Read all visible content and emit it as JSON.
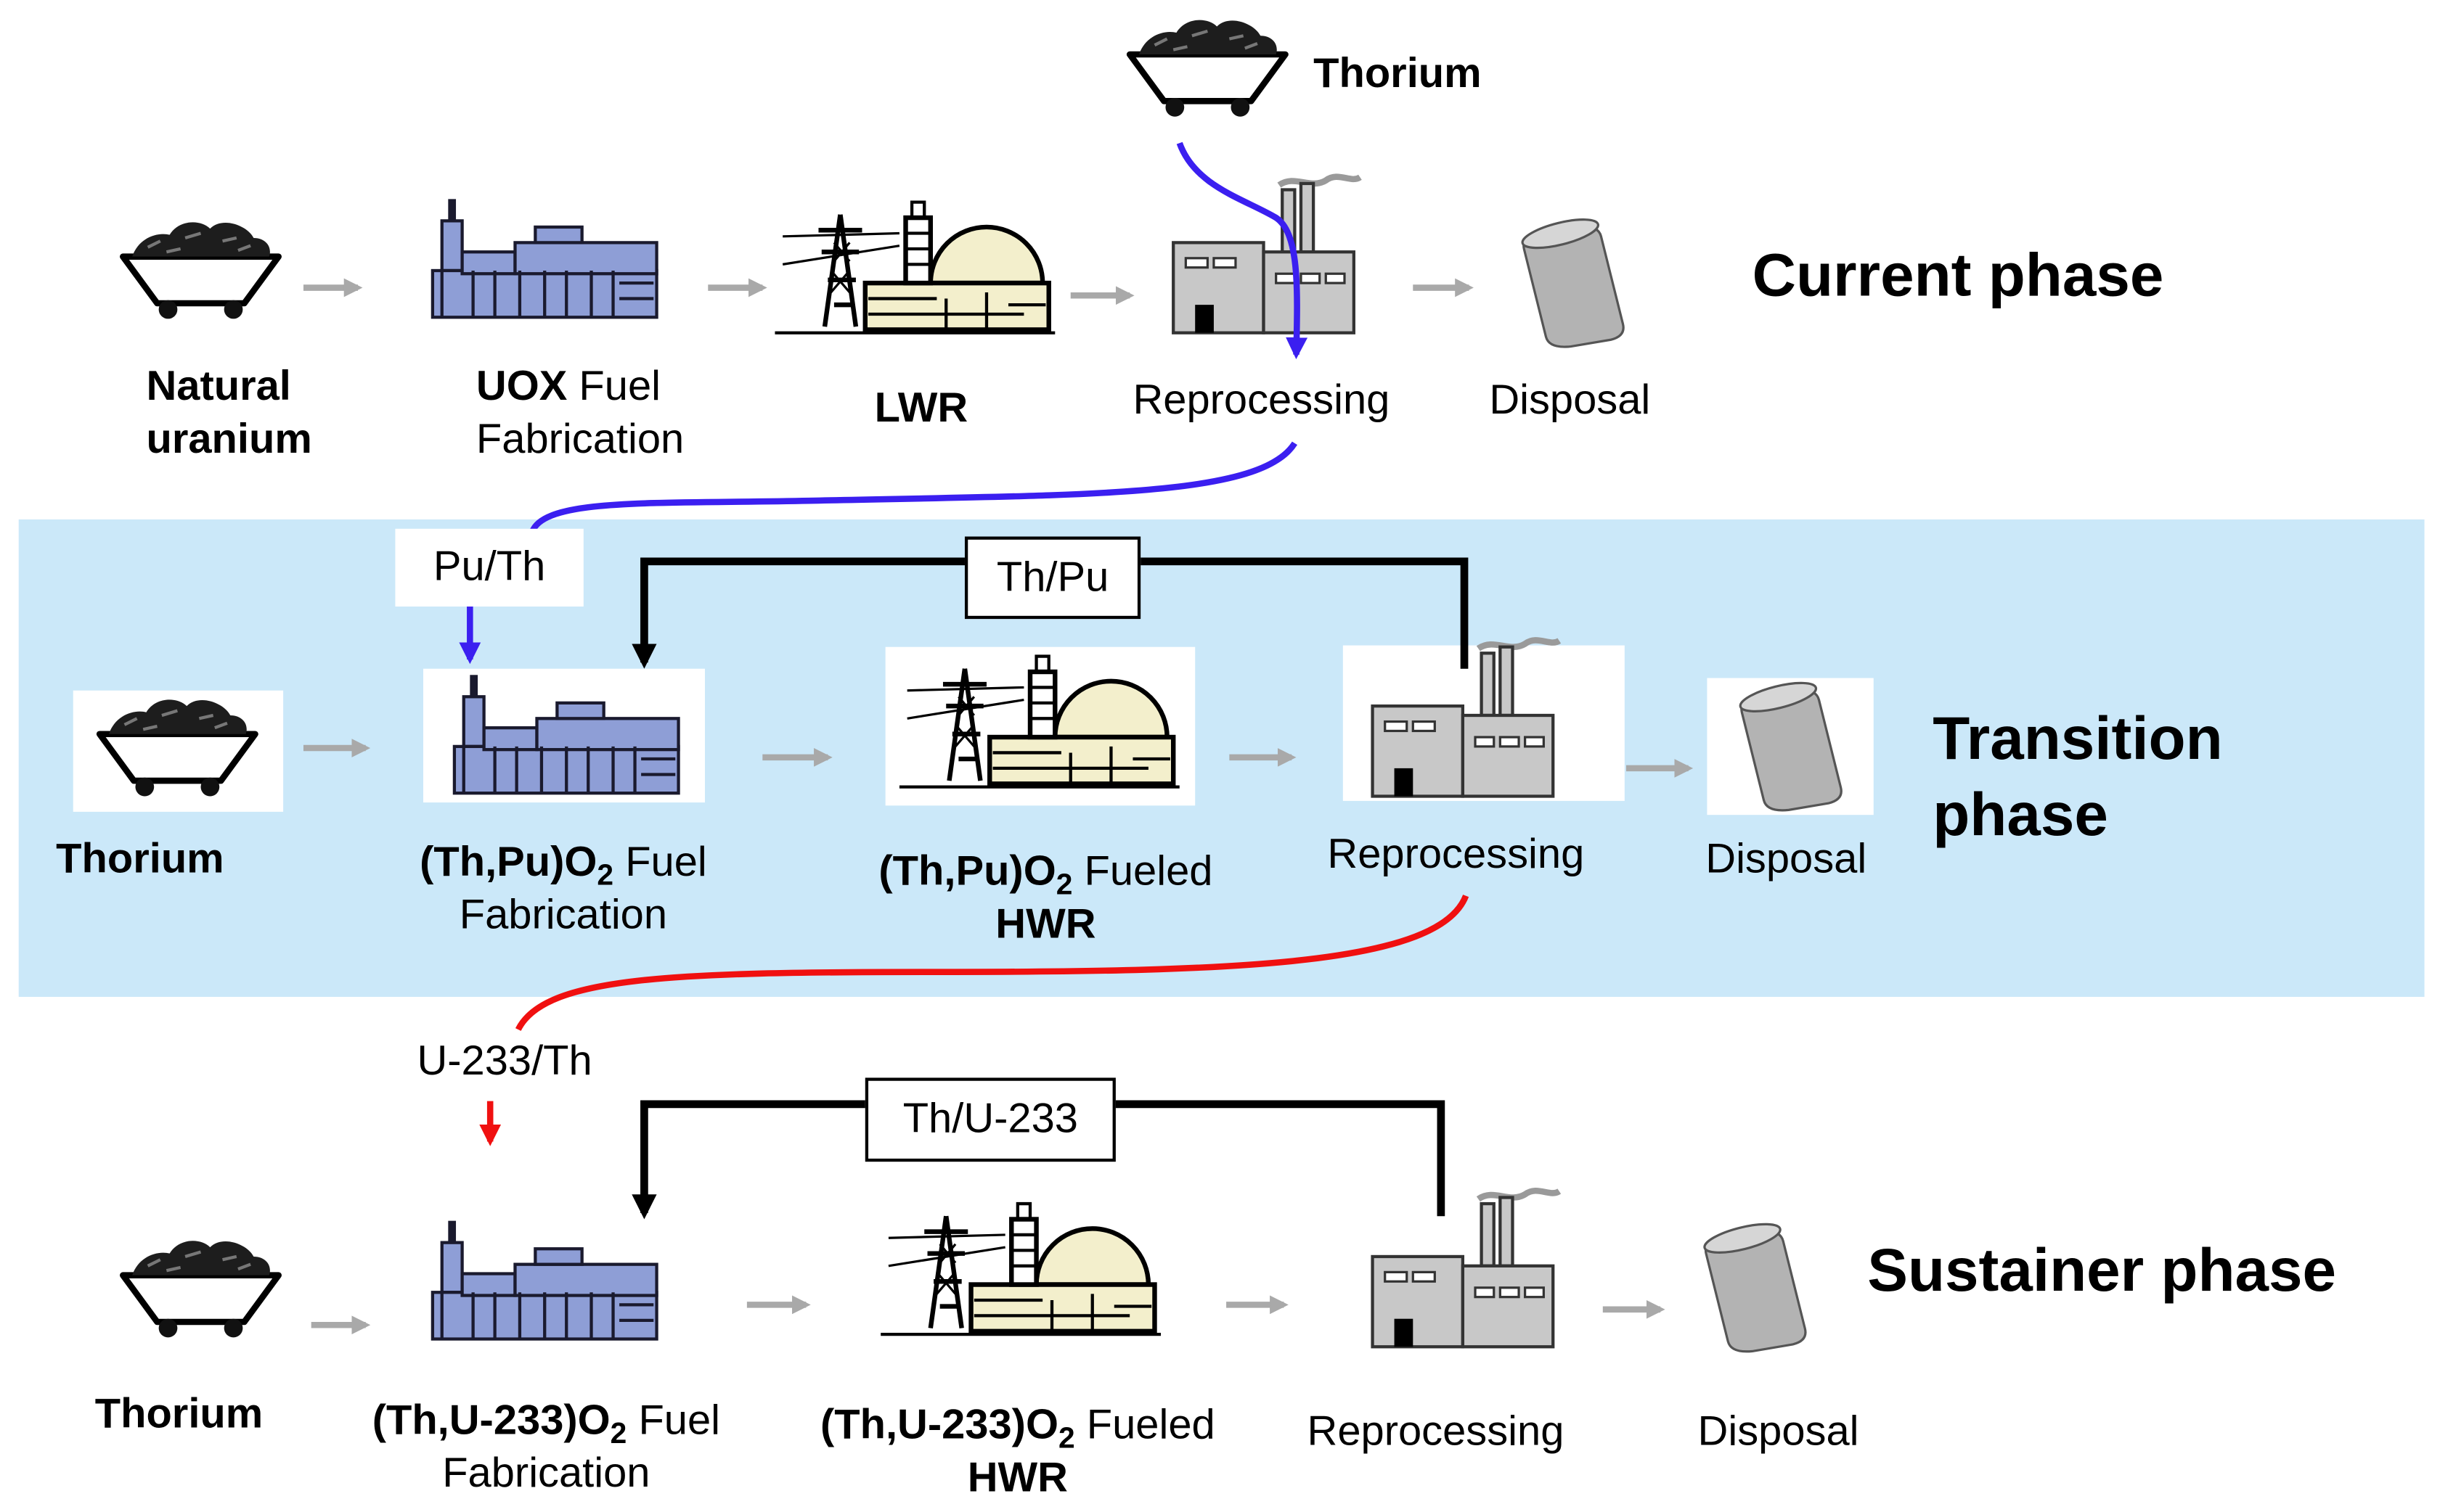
{
  "top_source": {
    "label": "Thorium"
  },
  "phases": [
    {
      "name": "Current phase",
      "stages": [
        {
          "bold": "Natural",
          "line2_bold": "uranium",
          "icon": "ore-cart-icon"
        },
        {
          "bold": "UOX",
          "text": " Fuel",
          "line2": "Fabrication",
          "icon": "fuel-plant-icon"
        },
        {
          "bold": "LWR",
          "icon": "reactor-icon"
        },
        {
          "text": "Reprocessing",
          "icon": "reprocessing-plant-icon"
        },
        {
          "text": "Disposal",
          "icon": "waste-drum-icon"
        }
      ]
    },
    {
      "name_line1": "Transition",
      "name_line2": "phase",
      "feed_label": "Pu/Th",
      "recycle_label": "Th/Pu",
      "stages": [
        {
          "bold": "Thorium",
          "icon": "ore-cart-icon"
        },
        {
          "bold": "(Th,Pu)O",
          "sub": "2",
          "text": " Fuel",
          "line2": "Fabrication",
          "icon": "fuel-plant-icon"
        },
        {
          "bold": "(Th,Pu)O",
          "sub": "2",
          "text": " Fueled",
          "line2_bold": "HWR",
          "icon": "reactor-icon"
        },
        {
          "text": "Reprocessing",
          "icon": "reprocessing-plant-icon"
        },
        {
          "text": "Disposal",
          "icon": "waste-drum-icon"
        }
      ]
    },
    {
      "name": "Sustainer phase",
      "feed_label": "U-233/Th",
      "recycle_label": "Th/U-233",
      "stages": [
        {
          "bold": "Thorium",
          "icon": "ore-cart-icon"
        },
        {
          "bold": "(Th,U-233)O",
          "sub": "2",
          "text": " Fuel",
          "line2": "Fabrication",
          "icon": "fuel-plant-icon"
        },
        {
          "bold": "(Th,U-233)O",
          "sub": "2",
          "text": " Fueled",
          "line2_bold": "HWR",
          "icon": "reactor-icon"
        },
        {
          "text": "Reprocessing",
          "icon": "reprocessing-plant-icon"
        },
        {
          "text": "Disposal",
          "icon": "waste-drum-icon"
        }
      ]
    }
  ],
  "colors": {
    "transition_band": "#cbe8f9",
    "plutonium_flow": "#3b1ff0",
    "u233_flow": "#f01010",
    "recycle_loop": "#000000",
    "process_arrow": "#a9a9a9",
    "fuel_plant": "#8e9ed6",
    "reactor_building": "#f3efcc",
    "plant_gray": "#c8c8c8"
  }
}
